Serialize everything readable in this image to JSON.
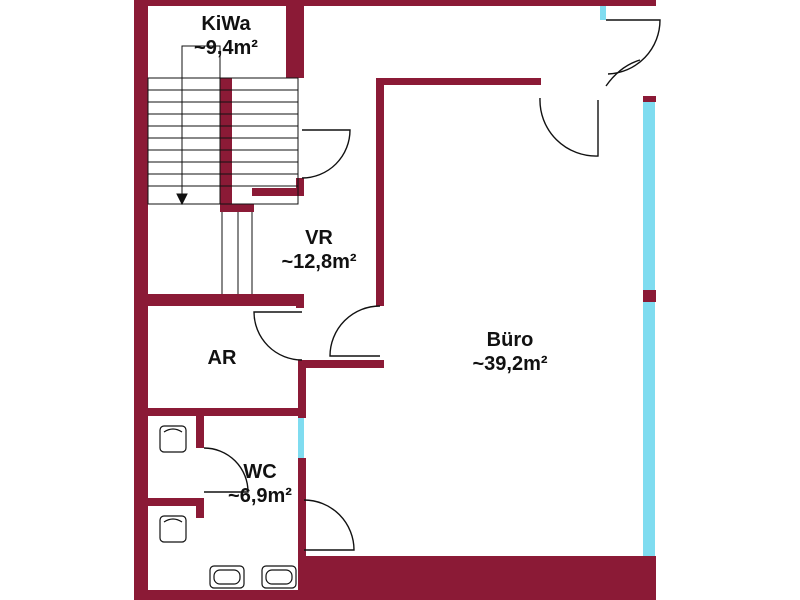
{
  "colors": {
    "wall": "#8b1a36",
    "window": "#7fdcf0",
    "line": "#111111",
    "background": "#ffffff"
  },
  "rooms": [
    {
      "id": "kiwa",
      "name": "KiWa",
      "area": "~9,4m²"
    },
    {
      "id": "vr",
      "name": "VR",
      "area": "~12,8m²"
    },
    {
      "id": "ar",
      "name": "AR",
      "area": ""
    },
    {
      "id": "buero",
      "name": "Büro",
      "area": "~39,2m²"
    },
    {
      "id": "wc",
      "name": "WC",
      "area": "~6,9m²"
    }
  ]
}
